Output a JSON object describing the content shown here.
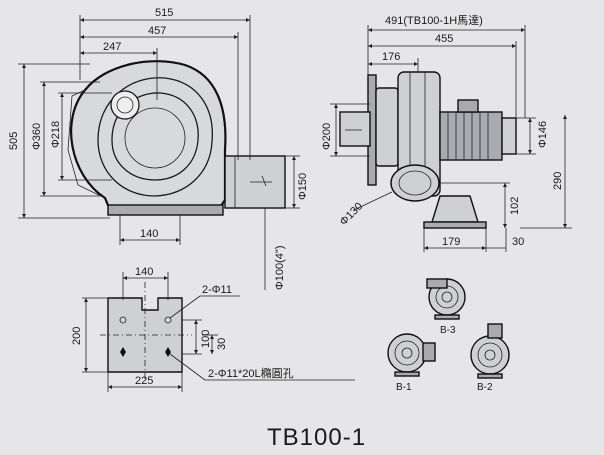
{
  "title": "TB100-1",
  "front_view": {
    "dims": {
      "w515": "515",
      "w457": "457",
      "w247": "247",
      "h505": "505",
      "d360": "Φ360",
      "d218": "Φ218",
      "base140": "140",
      "d150": "Φ150",
      "d100": "Φ100(4\")"
    }
  },
  "side_view": {
    "dims": {
      "w491": "491(TB100-1H馬達)",
      "w455": "455",
      "w176": "176",
      "d200": "Φ200",
      "d146": "Φ146",
      "h290": "290",
      "h102": "102",
      "d130": "Φ130",
      "w179": "179",
      "w30": "30"
    }
  },
  "base_plate": {
    "dims": {
      "w140": "140",
      "hole11": "2-Φ11",
      "h200": "200",
      "h100": "100",
      "h30": "30",
      "w225": "225",
      "slot": "2-Φ11*20L橢圓孔"
    }
  },
  "orientations": {
    "b1": "B-1",
    "b2": "B-2",
    "b3": "B-3"
  }
}
